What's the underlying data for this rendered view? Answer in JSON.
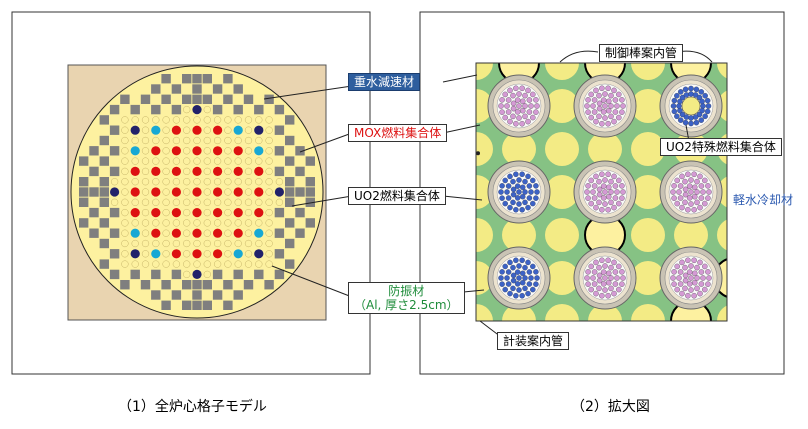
{
  "captions": {
    "left": "（1）全炉心格子モデル",
    "right": "（2）拡大図"
  },
  "labels": {
    "heavy_water_moderator": "重水減速材",
    "mox_fuel_assembly": "MOX燃料集合体",
    "uo2_fuel_assembly": "UO2燃料集合体",
    "vibration_damper_line1": "防振材",
    "vibration_damper_line2": "（Al, 厚さ2.5cm）",
    "control_rod_guide_tube": "制御棒案内管",
    "uo2_special_fuel_assembly": "UO2特殊燃料集合体",
    "light_water_coolant": "軽水冷却材",
    "instrument_guide_tube": "計装案内管"
  },
  "colors": {
    "mox": "#dd1111",
    "uo2": "#22226a",
    "special": "#17a8d4",
    "reflector_gray": "#7f7f7f",
    "core_yellow": "#fdf1a0",
    "moderator_tan": "#e9d4b0",
    "coolant_green": "#86c284",
    "heavy_water_label_bg": "#2e5e9e",
    "mox_pin_pink": "#d49ad4",
    "uo2_pin_blue": "#3c62c6",
    "label_red": "#dd1111",
    "label_green": "#1e8c3a",
    "label_blue": "#2b59b0"
  }
}
